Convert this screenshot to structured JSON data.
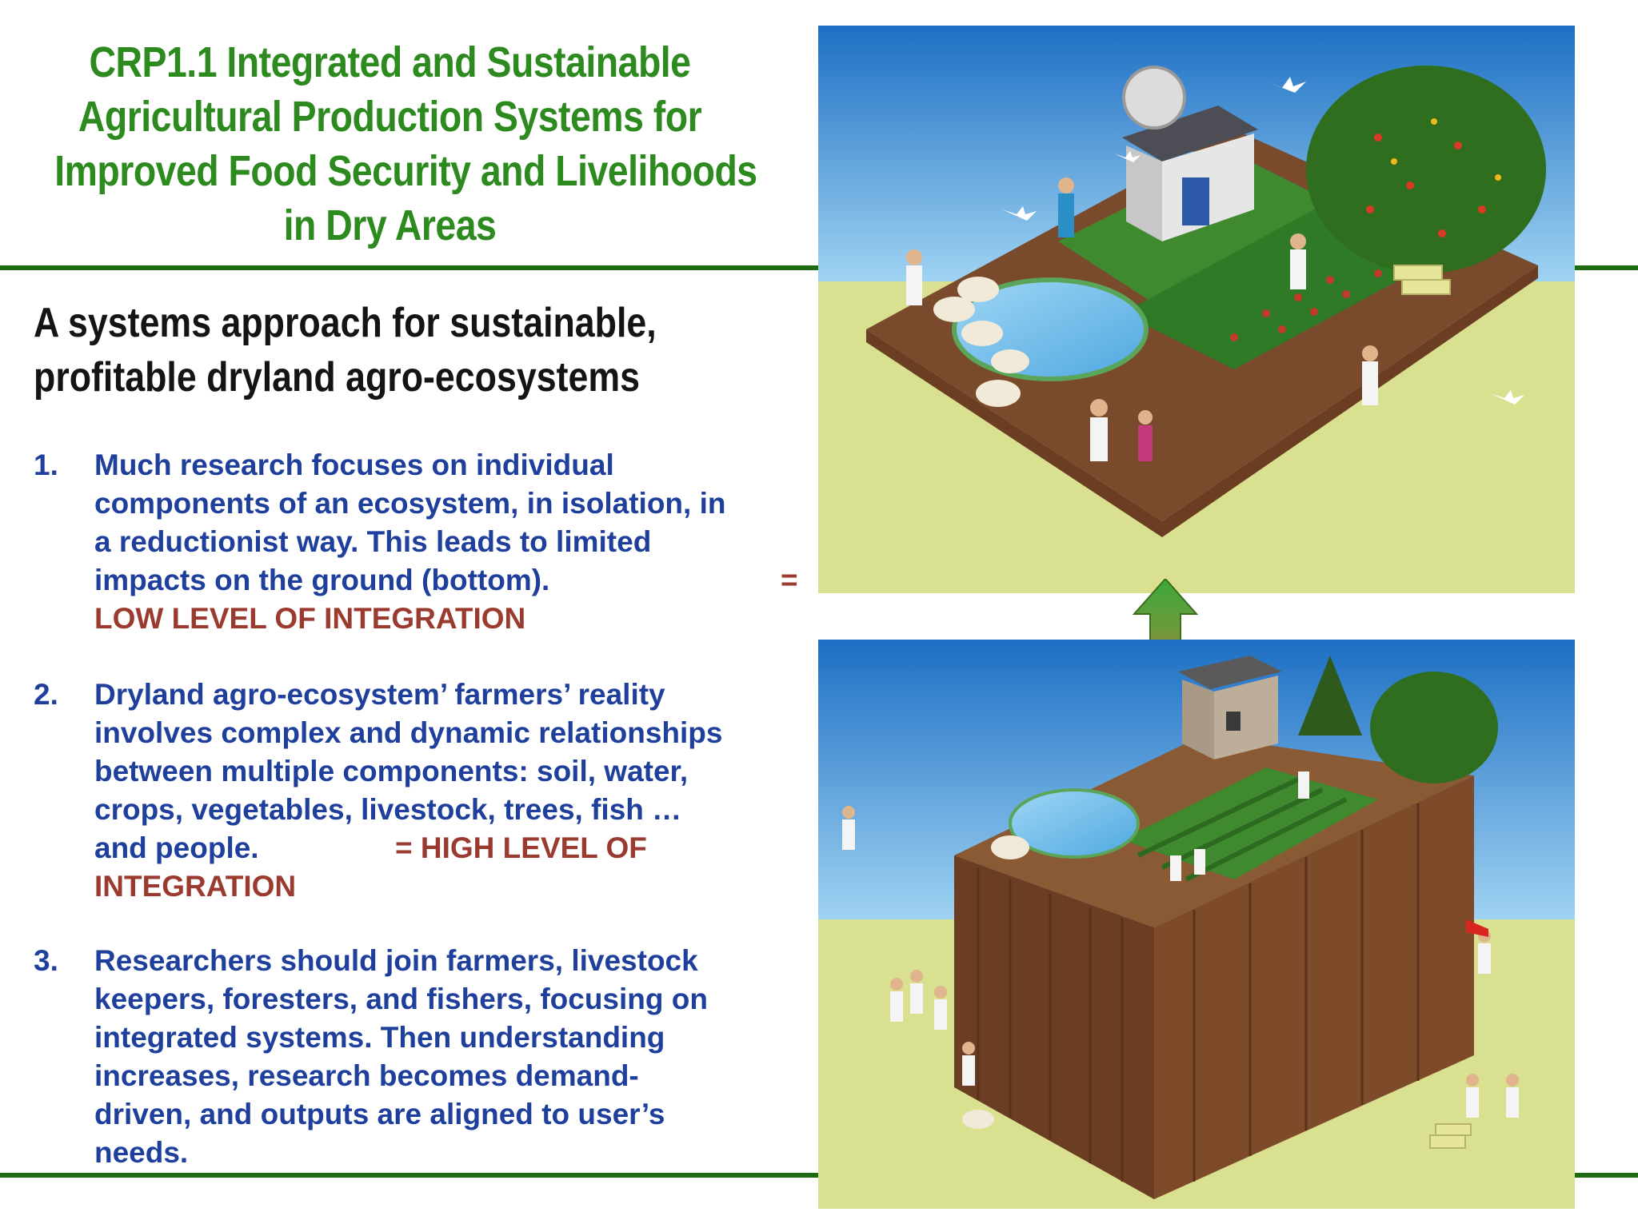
{
  "title": {
    "lines": [
      "CRP1.1 Integrated and Sustainable",
      "Agricultural Production Systems for",
      "Improved Food Security and Livelihoods",
      "in Dry Areas"
    ]
  },
  "subtitle": {
    "lines": [
      "A systems approach for sustainable,",
      "profitable dryland agro-ecosystems"
    ]
  },
  "items": [
    {
      "number": "1.",
      "lines": [
        "Much research focuses on individual",
        "components of an ecosystem, in isolation, in",
        "a reductionist way. This leads to limited",
        "impacts on the ground (bottom)."
      ],
      "eq": "=",
      "highlight": "LOW LEVEL OF INTEGRATION"
    },
    {
      "number": "2.",
      "lines": [
        "Dryland agro-ecosystem’ farmers’ reality",
        "involves complex and dynamic relationships",
        "between multiple components: soil, water,",
        "crops, vegetables, livestock, trees, fish …",
        "and people."
      ],
      "highlight_a": "= HIGH LEVEL OF",
      "highlight_b": "INTEGRATION"
    },
    {
      "number": "3.",
      "lines": [
        "Researchers should join farmers, livestock",
        "keepers, foresters, and fishers, focusing on",
        "integrated systems. Then understanding",
        "increases, research becomes demand-",
        "driven, and outputs are aligned to user’s",
        "needs."
      ]
    }
  ],
  "colors": {
    "title_green": "#2d8a1f",
    "rule_green": "#1f6b12",
    "body_blue": "#1f3f9c",
    "highlight_red": "#9b3a2e",
    "sky_blue": "#2f86d6",
    "ground_yellow": "#d9e08f",
    "soil_brown": "#7a4a2c"
  },
  "illustrations": {
    "top": "integrated-farm-illustration",
    "bottom": "isolated-research-block-illustration",
    "arrow": "up-arrow-icon"
  }
}
